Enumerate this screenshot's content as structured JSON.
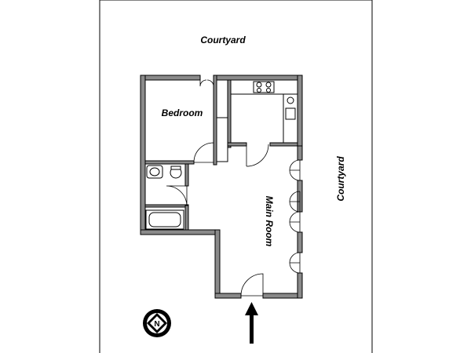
{
  "labels": {
    "courtyard_top": "Courtyard",
    "courtyard_right": "Courtyard",
    "bedroom": "Bedroom",
    "main_room": "Main Room",
    "compass": "N"
  },
  "colors": {
    "wall": "#8a8a8a",
    "outline": "#000000",
    "background": "#ffffff"
  },
  "icons": {
    "compass": "north-compass-icon",
    "entrance": "entrance-arrow-icon"
  }
}
